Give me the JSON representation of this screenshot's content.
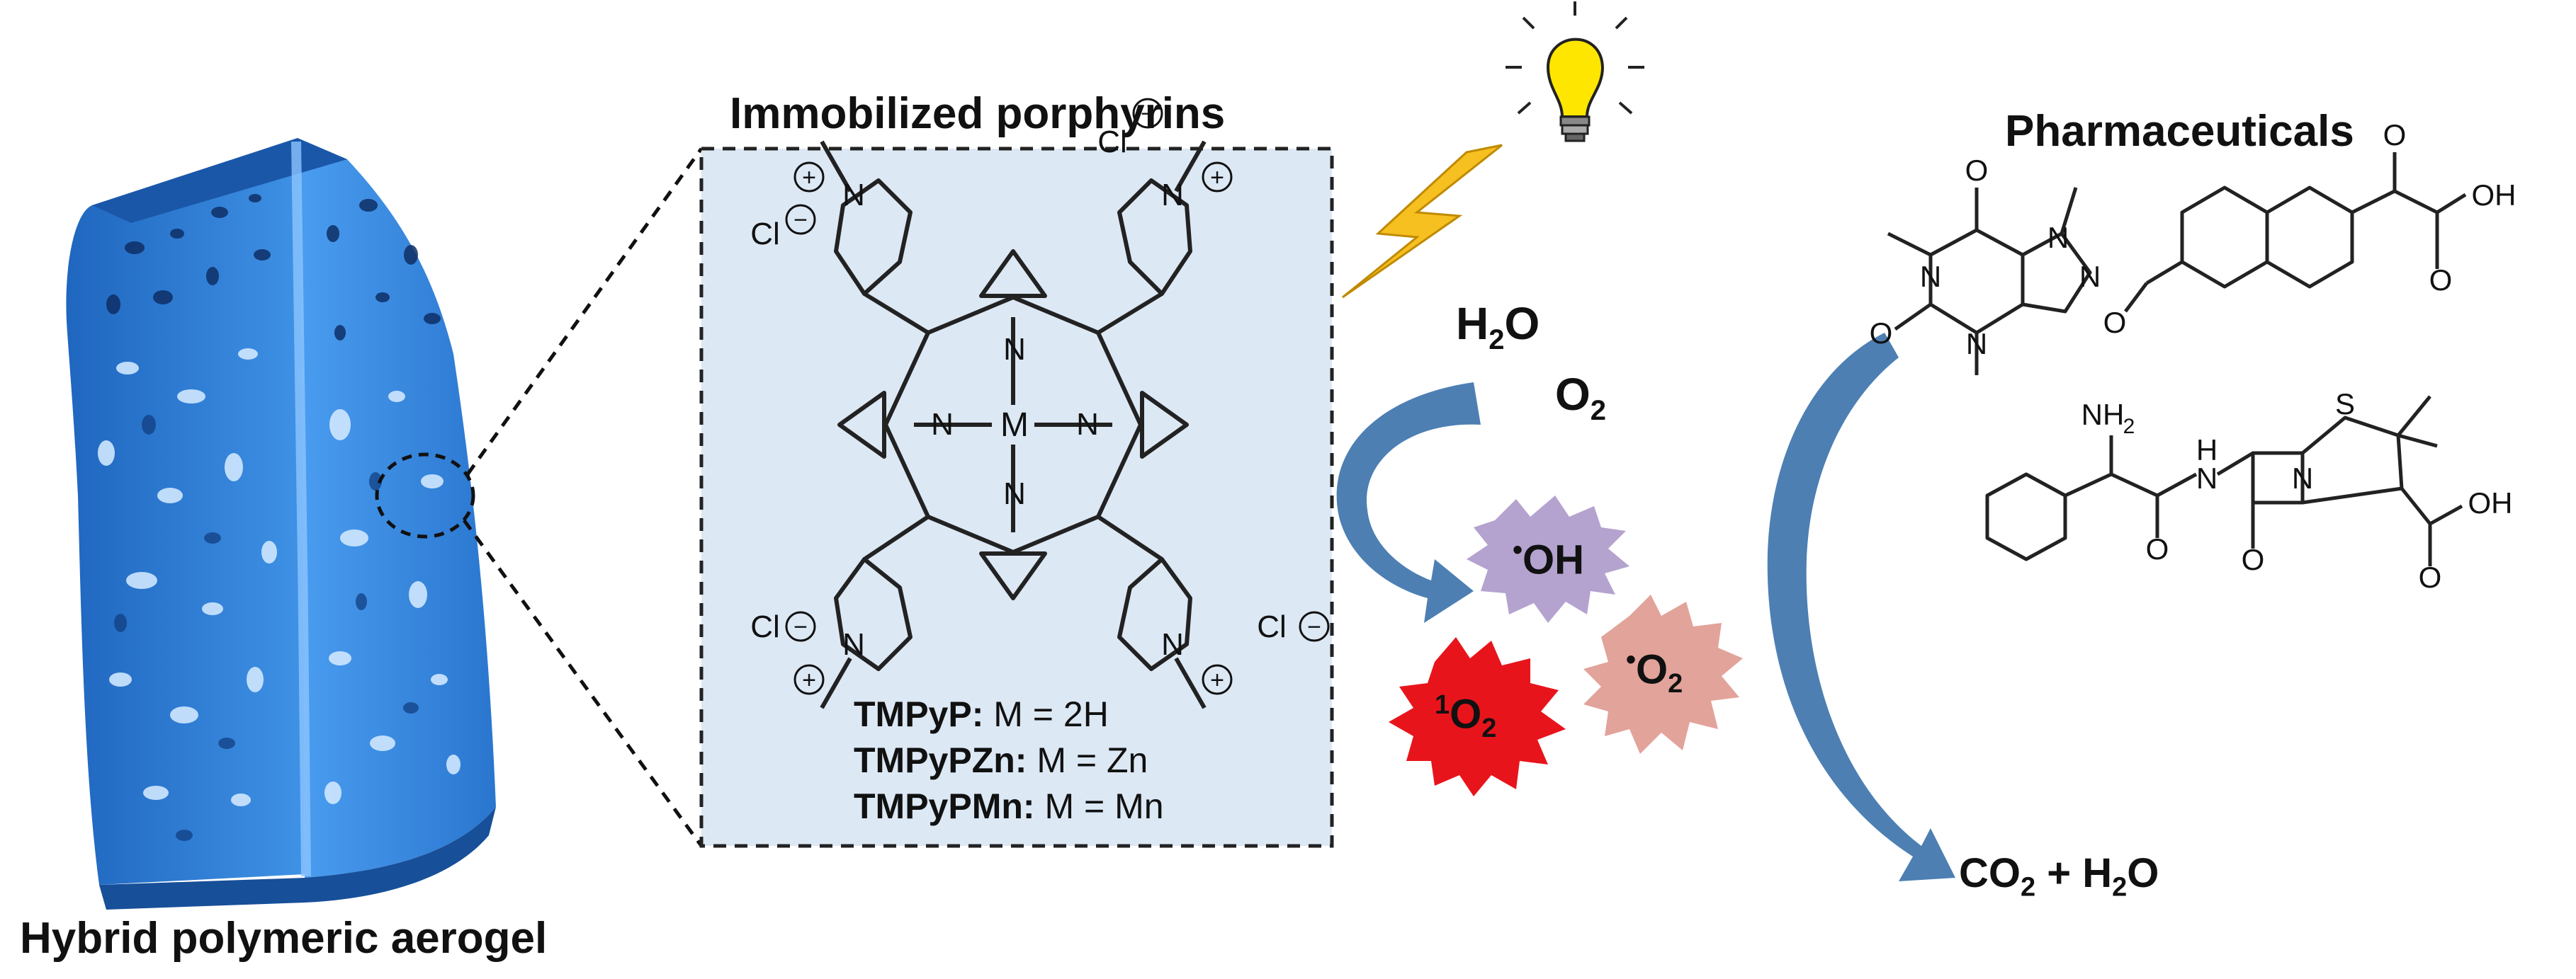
{
  "titles": {
    "aerogel": "Hybrid polymeric aerogel",
    "porphyrins": "Immobilized porphyrins",
    "pharmaceuticals": "Pharmaceuticals"
  },
  "porphyrin_variants": [
    {
      "name": "TMPyP:",
      "metal": " M = 2H"
    },
    {
      "name": "TMPyPZn:",
      "metal": " M = Zn"
    },
    {
      "name": "TMPyPMn:",
      "metal": " M = Mn"
    }
  ],
  "structure_labels": {
    "metal": "M",
    "nitrogen": "N",
    "chloride": "Cl",
    "positive": "+",
    "negative": "−"
  },
  "reactants": {
    "water_h": "H",
    "water_sub": "2",
    "water_o": "O",
    "oxygen_o": "O",
    "oxygen_sub": "2"
  },
  "ros": {
    "hydroxyl_dot": "•",
    "hydroxyl": "OH",
    "singlet_sup": "1",
    "singlet_o": "O",
    "singlet_sub": "2",
    "superoxide_dot": "•",
    "superoxide_o": "O",
    "superoxide_sub": "2"
  },
  "products": {
    "co2_c": "CO",
    "co2_sub": "2",
    "plus": " + ",
    "h2o_h": "H",
    "h2o_sub": "2",
    "h2o_o": "O"
  },
  "molecule_labels": {
    "carbonyl_o": "O",
    "acid_oh": "OH",
    "amine": "NH",
    "amine_sub": "2",
    "amide_h": "H",
    "amide_n": "N",
    "sulfur": "S",
    "ring_n": "N"
  },
  "colors": {
    "aerogel": "#2f7fd6",
    "panel": "#dce8f4",
    "arrow": "#4d7fb3",
    "hydroxyl_burst": "#b4a3cf",
    "singlet_burst": "#e8141c",
    "superoxide_burst": "#e2a39a",
    "bulb": "#ffe600",
    "bolt": "#f5c020"
  }
}
